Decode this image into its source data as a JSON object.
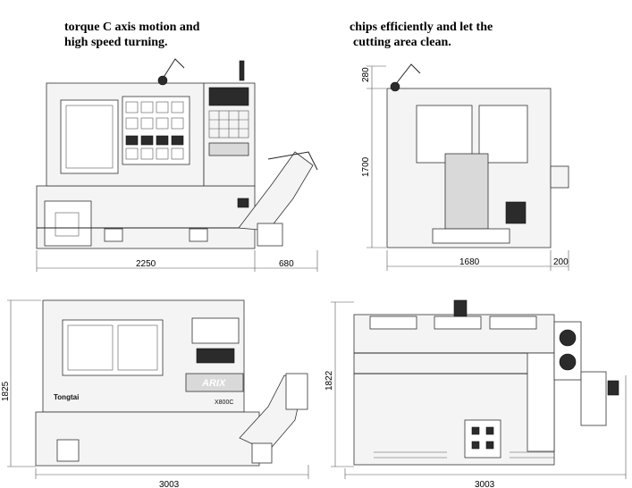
{
  "captions": {
    "left": [
      "torque C axis motion and",
      "high speed turning."
    ],
    "right": [
      "chips efficiently and let the",
      "cutting area clean."
    ]
  },
  "dimensions": {
    "front_top_width": "2250",
    "front_top_conveyor": "680",
    "side_height_upper": "280",
    "side_height_main": "1700",
    "side_width": "1680",
    "side_width_extra": "200",
    "front_bottom_height": "1825",
    "front_bottom_width": "3003",
    "plan_height": "1822",
    "plan_width": "3003"
  },
  "branding": {
    "logo_text": "Tongtai",
    "model_text": "ARIX",
    "model_badge": "X800C"
  }
}
